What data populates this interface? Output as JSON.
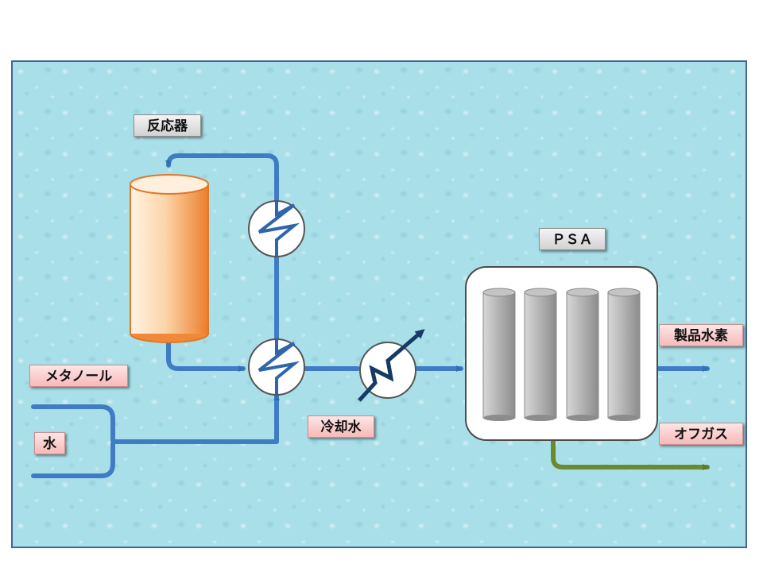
{
  "labels": {
    "reactor": "反応器",
    "psa": "ＰＳＡ",
    "methanol": "メタノール",
    "water": "水",
    "cooling_water": "冷却水",
    "product_hydrogen": "製品水素",
    "offgas": "オフガス"
  },
  "colors": {
    "background": "#a9dfe8",
    "pipe_blue": "#3f7cc4",
    "pipe_green": "#6b8a2e",
    "reactor_fill": "#f08a3c",
    "column_fill": "#9c9c9c",
    "label_gray": "#e6e6e6",
    "label_pink": "#f9c8c8"
  },
  "components": {
    "heat_exchangers": [
      "heat-exchanger-upper",
      "heat-exchanger-lower",
      "cooler"
    ],
    "psa_columns": 4
  }
}
